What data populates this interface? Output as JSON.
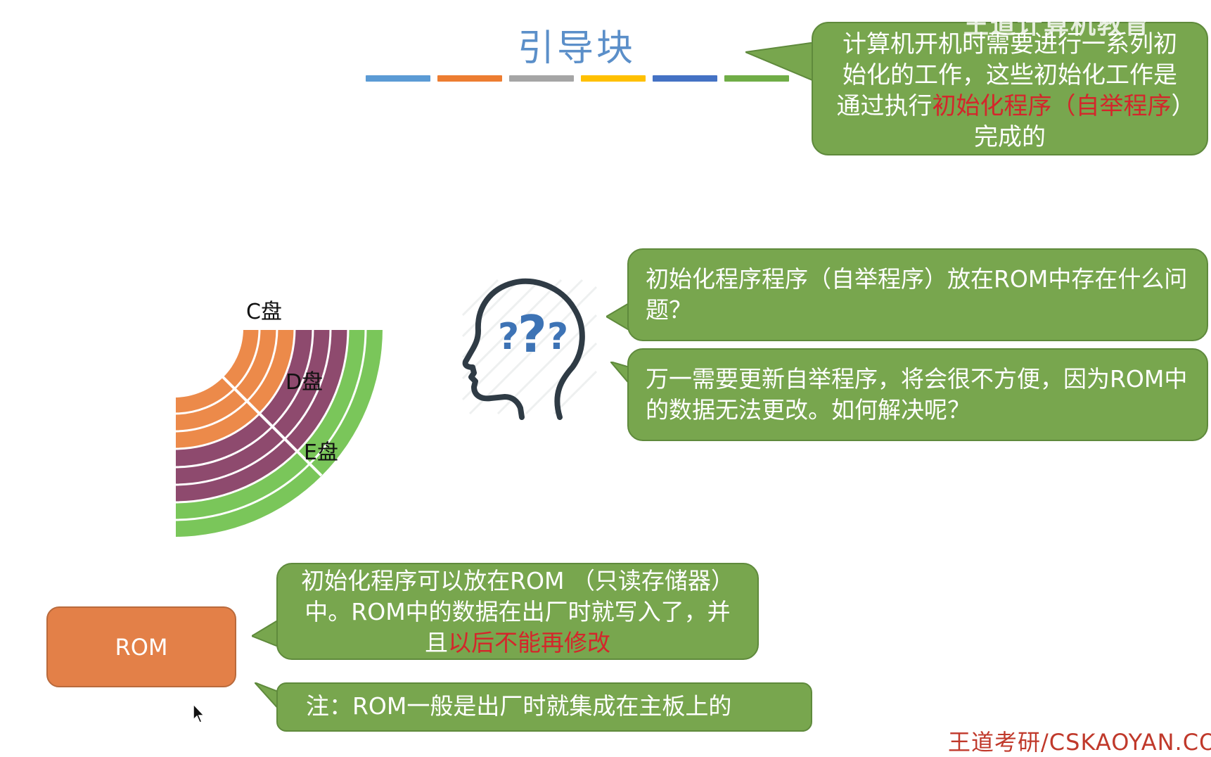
{
  "slide": {
    "title": "引导块",
    "title_color": "#5b8fc9",
    "divider_colors": [
      "#5b9bd5",
      "#ed7d31",
      "#a5a5a5",
      "#ffc000",
      "#4472c4",
      "#70ad47"
    ]
  },
  "disk": {
    "labels": {
      "c": "C盘",
      "d": "D盘",
      "e": "E盘"
    },
    "colors": {
      "c": "#ec8a4a",
      "d": "#8e4a6e",
      "e": "#7ac65a"
    }
  },
  "callouts": {
    "boot": {
      "before": "计算机开机时需要进行一系列初始化的工作，这些初始化工作是通过执行",
      "red": "初始化程序（自举程序",
      "after": "）完成的"
    },
    "question": {
      "text": "初始化程序程序（自举程序）放在ROM中存在什么问题？"
    },
    "answer": {
      "text": "万一需要更新自举程序，将会很不方便，因为ROM中的数据无法更改。如何解决呢？"
    },
    "rom_info": {
      "before": "初始化程序可以放在ROM （只读存储器）中。ROM中的数据在出厂时就写入了，并且",
      "red": "以后不能再修改"
    },
    "note": {
      "text": "注：ROM一般是出厂时就集成在主板上的"
    }
  },
  "rom_box": {
    "label": "ROM",
    "color": "#e38048"
  },
  "icons": {
    "head": "thinking-head-icon",
    "cursor": "mouse-cursor-icon"
  },
  "watermarks": {
    "top": "王道计算机教育",
    "bottom": "王道考研/CSKAOYAN.COM"
  },
  "colors": {
    "callout_bg": "#78a64e",
    "highlight": "#d4262b"
  }
}
